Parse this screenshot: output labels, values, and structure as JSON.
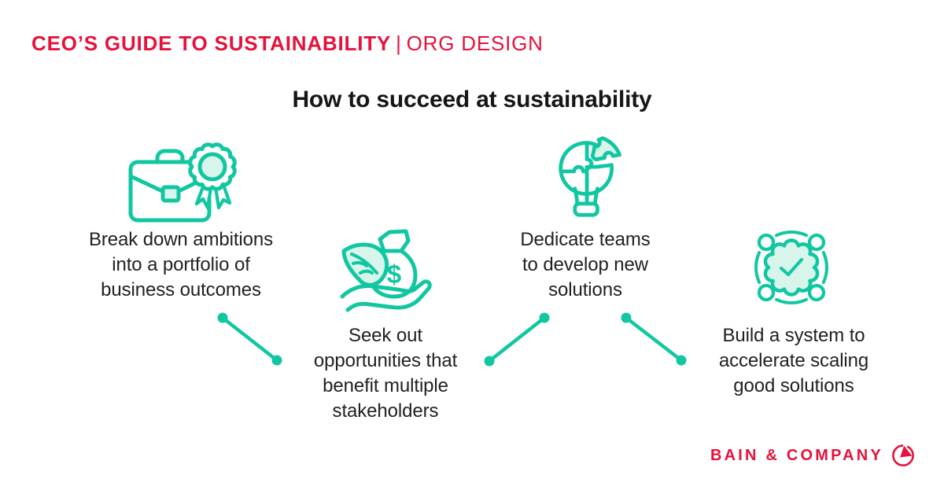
{
  "colors": {
    "red": "#e5123b",
    "teal": "#10c7a1",
    "teal_fill": "#d7f5eb",
    "text": "#212121",
    "title": "#161616"
  },
  "header": {
    "kicker_bold": "CEO’S GUIDE TO SUSTAINABILITY",
    "separator": "|",
    "kicker_light": "ORG DESIGN"
  },
  "title": "How to succeed at sustainability",
  "steps": [
    {
      "icon": "briefcase-award-icon",
      "label": "Break down ambitions\ninto a portfolio of\nbusiness outcomes"
    },
    {
      "icon": "hand-money-bag-leaf-icon",
      "symbol": "$",
      "label": "Seek out\nopportunities that\nbenefit multiple\nstakeholders"
    },
    {
      "icon": "puzzle-lightbulb-icon",
      "label": "Dedicate teams\nto develop new\nsolutions"
    },
    {
      "icon": "gear-check-network-icon",
      "label": "Build a system to\naccelerate scaling\ngood solutions"
    }
  ],
  "footer": {
    "brand": "BAIN & COMPANY"
  }
}
